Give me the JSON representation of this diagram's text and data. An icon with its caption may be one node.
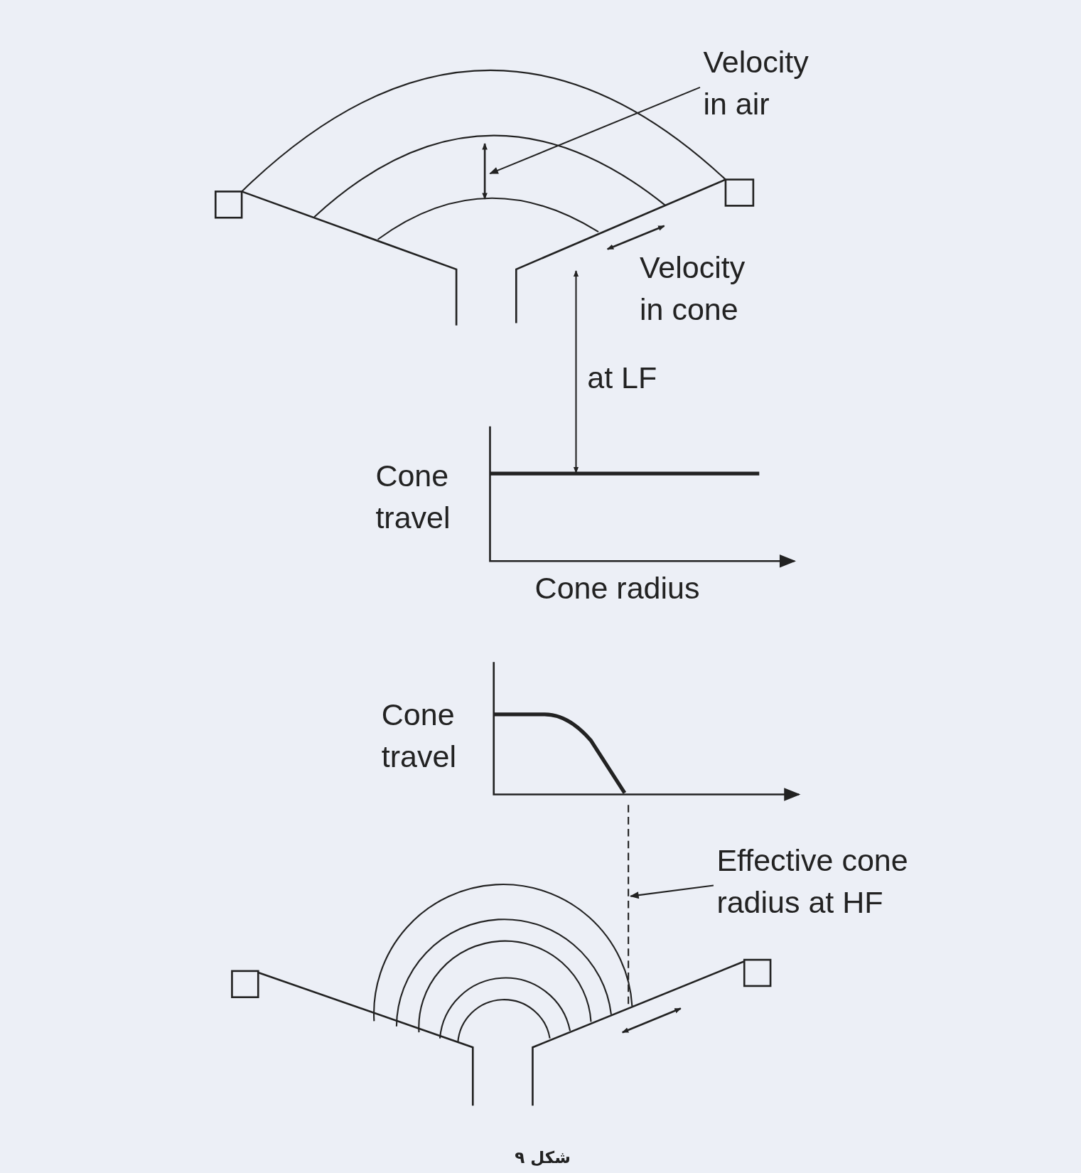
{
  "diagram": {
    "caption": "شکل ۹",
    "nodes": [
      {
        "text": [
          "Velocity in air"
        ]
      },
      {
        "text": [
          "Effective cone radius at HF"
        ]
      },
      {
        "text": [],
        "shape": "arrow"
      },
      {
        "text": [],
        "shape": "line"
      }
    ],
    "edges": [
      {
        "from": 0,
        "to": 2,
        "arrow": "to"
      },
      {
        "from": 1,
        "to": 3,
        "arrow": "to"
      }
    ],
    "labels": [
      "Velocity in cone",
      "at LF",
      "Cone travel",
      "Cone radius",
      "Cone travel"
    ]
  }
}
